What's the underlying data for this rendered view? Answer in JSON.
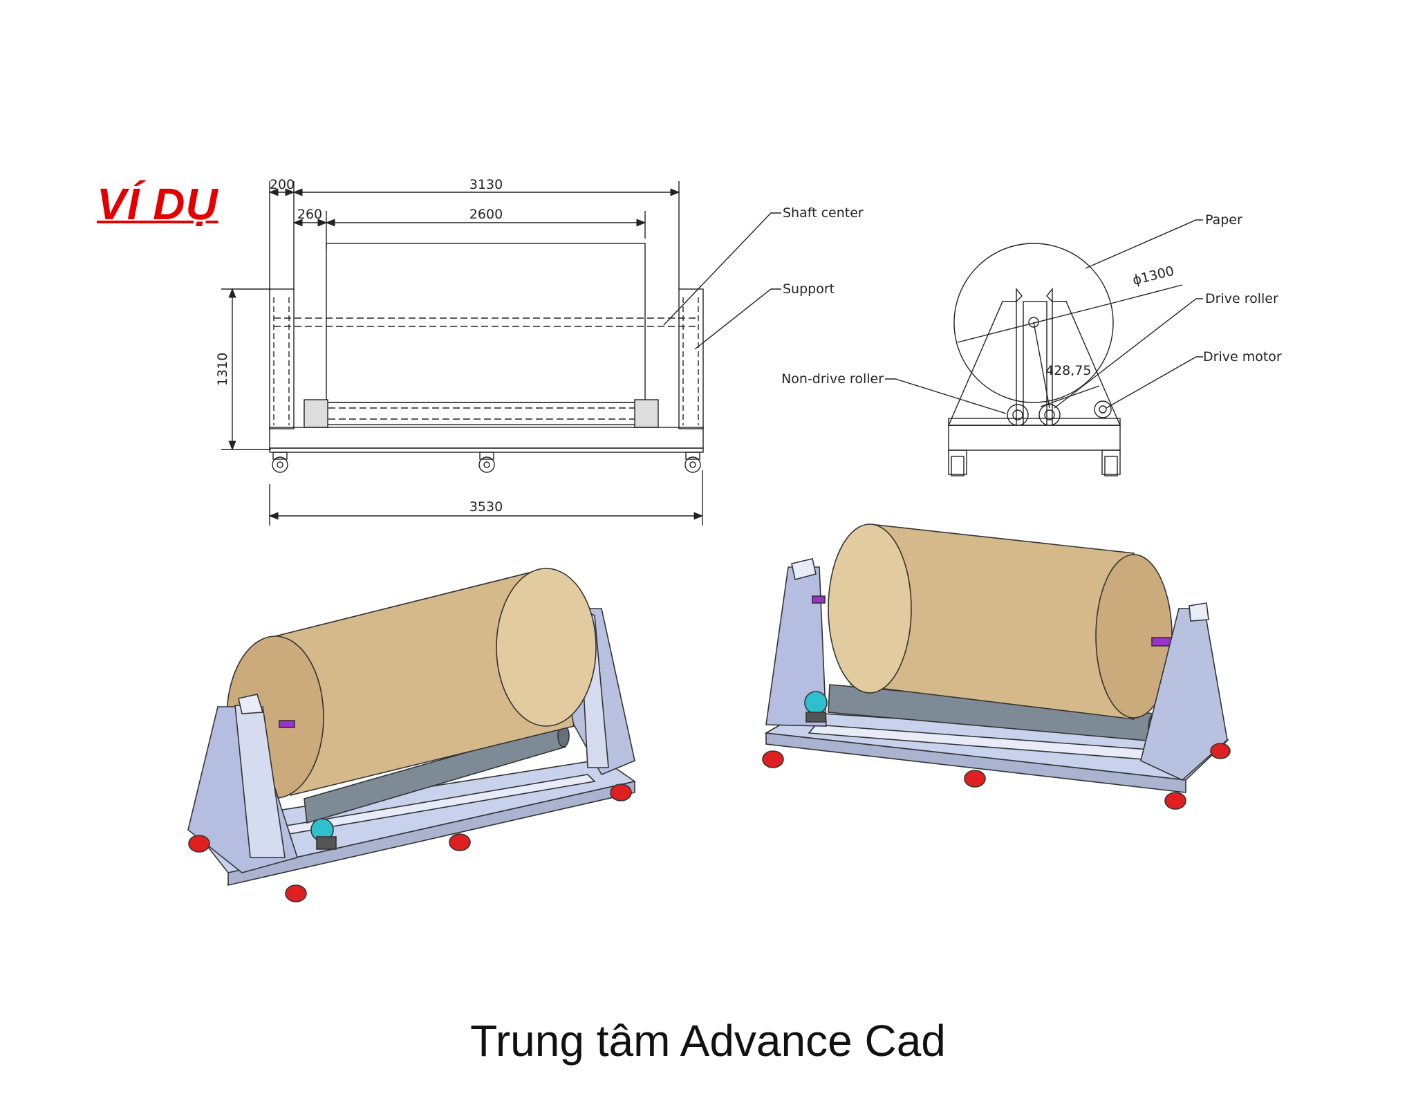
{
  "heading": "VÍ DỤ",
  "caption": "Trung tâm Advance Cad",
  "front_view": {
    "dim_200": "200",
    "dim_3130": "3130",
    "dim_260": "260",
    "dim_2600": "2600",
    "dim_1310": "1310",
    "dim_3530": "3530"
  },
  "side_view": {
    "dim_diameter": "ϕ1300",
    "dim_roller_spacing": "428,75"
  },
  "labels": {
    "shaft_center": "Shaft center",
    "support": "Support",
    "paper": "Paper",
    "drive_roller": "Drive roller",
    "drive_motor": "Drive motor",
    "non_drive_roller": "Non-drive roller"
  },
  "colors": {
    "paper_roll": "#d6b98a",
    "frame": "#c9d2ec",
    "wheel": "#e02020",
    "motor": "#2fc0d0",
    "shaft": "#9933cc",
    "heading": "#e40000"
  }
}
